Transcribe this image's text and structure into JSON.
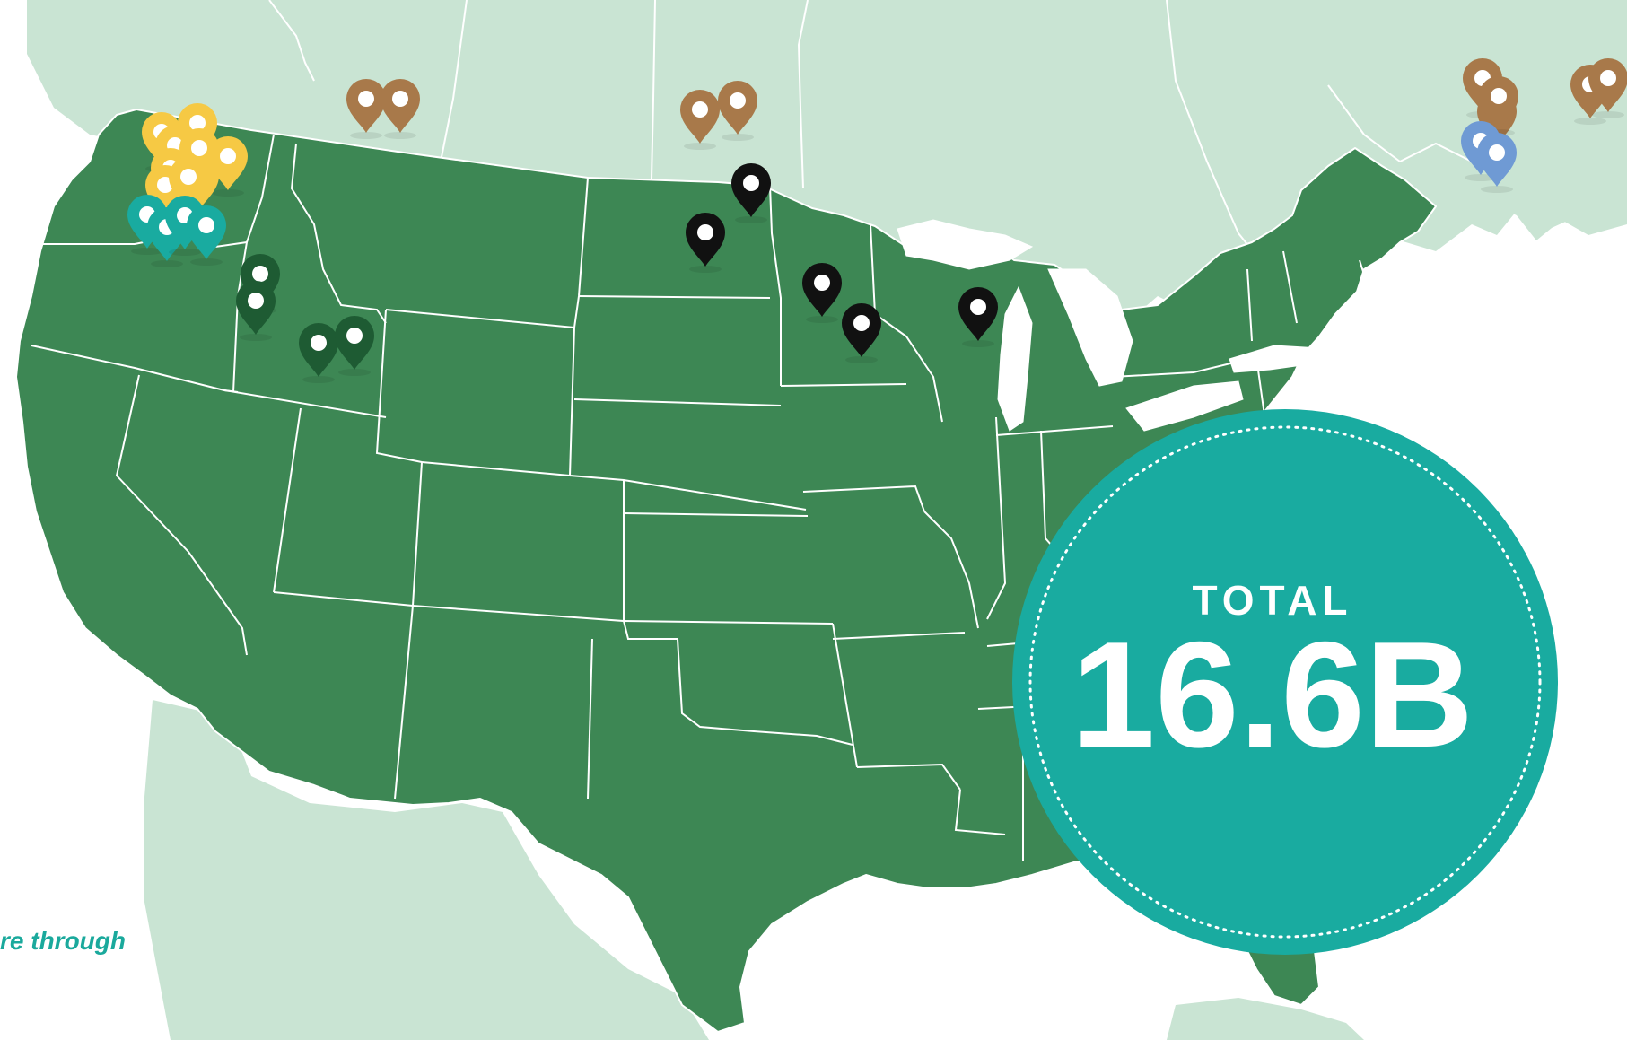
{
  "badge": {
    "label": "TOTAL",
    "value": "16.6B",
    "fill_color": "#19aba0",
    "ring_color": "#ffffff"
  },
  "caption": {
    "text": "re through",
    "color": "#1aa99c"
  },
  "colors": {
    "background": "#ffffff",
    "land_other": "#c9e4d3",
    "land_usa": "#3d8754",
    "borders": "#ffffff"
  },
  "marker_groups": [
    {
      "name": "yellow",
      "color": "#f6c944",
      "count": 9
    },
    {
      "name": "teal",
      "color": "#19aba0",
      "count": 4
    },
    {
      "name": "dark-green",
      "color": "#1e5b33",
      "count": 4
    },
    {
      "name": "black",
      "color": "#111111",
      "count": 5
    },
    {
      "name": "brown",
      "color": "#a8794a",
      "count": 9
    },
    {
      "name": "blue",
      "color": "#6f9ad4",
      "count": 2
    }
  ],
  "markers": [
    {
      "group": "yellow",
      "icon": "map-pin-icon"
    },
    {
      "group": "yellow",
      "icon": "map-pin-icon"
    },
    {
      "group": "yellow",
      "icon": "map-pin-icon"
    },
    {
      "group": "yellow",
      "icon": "map-pin-icon"
    },
    {
      "group": "yellow",
      "icon": "map-pin-icon"
    },
    {
      "group": "yellow",
      "icon": "map-pin-icon"
    },
    {
      "group": "yellow",
      "icon": "map-pin-icon"
    },
    {
      "group": "yellow",
      "icon": "map-pin-icon"
    },
    {
      "group": "yellow",
      "icon": "map-pin-icon"
    },
    {
      "group": "teal",
      "icon": "map-pin-icon"
    },
    {
      "group": "teal",
      "icon": "map-pin-icon"
    },
    {
      "group": "teal",
      "icon": "map-pin-icon"
    },
    {
      "group": "teal",
      "icon": "map-pin-icon"
    },
    {
      "group": "dark-green",
      "icon": "map-pin-icon"
    },
    {
      "group": "dark-green",
      "icon": "map-pin-icon"
    },
    {
      "group": "dark-green",
      "icon": "map-pin-icon"
    },
    {
      "group": "dark-green",
      "icon": "map-pin-icon"
    },
    {
      "group": "black",
      "icon": "map-pin-icon"
    },
    {
      "group": "black",
      "icon": "map-pin-icon"
    },
    {
      "group": "black",
      "icon": "map-pin-icon"
    },
    {
      "group": "black",
      "icon": "map-pin-icon"
    },
    {
      "group": "black",
      "icon": "map-pin-icon"
    },
    {
      "group": "brown",
      "icon": "map-pin-icon"
    },
    {
      "group": "brown",
      "icon": "map-pin-icon"
    },
    {
      "group": "brown",
      "icon": "map-pin-icon"
    },
    {
      "group": "brown",
      "icon": "map-pin-icon"
    },
    {
      "group": "brown",
      "icon": "map-pin-icon"
    },
    {
      "group": "brown",
      "icon": "map-pin-icon"
    },
    {
      "group": "brown",
      "icon": "map-pin-icon"
    },
    {
      "group": "brown",
      "icon": "map-pin-icon"
    },
    {
      "group": "brown",
      "icon": "map-pin-icon"
    },
    {
      "group": "blue",
      "icon": "map-pin-icon"
    },
    {
      "group": "blue",
      "icon": "map-pin-icon"
    }
  ]
}
